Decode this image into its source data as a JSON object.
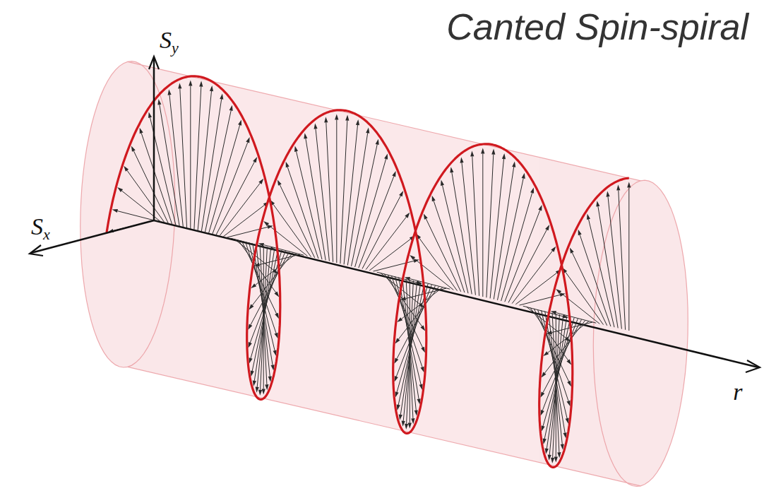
{
  "diagram": {
    "title": "Canted Spin-spiral",
    "labels": [
      "Sy",
      "Sx",
      "r⃗"
    ]
  }
}
